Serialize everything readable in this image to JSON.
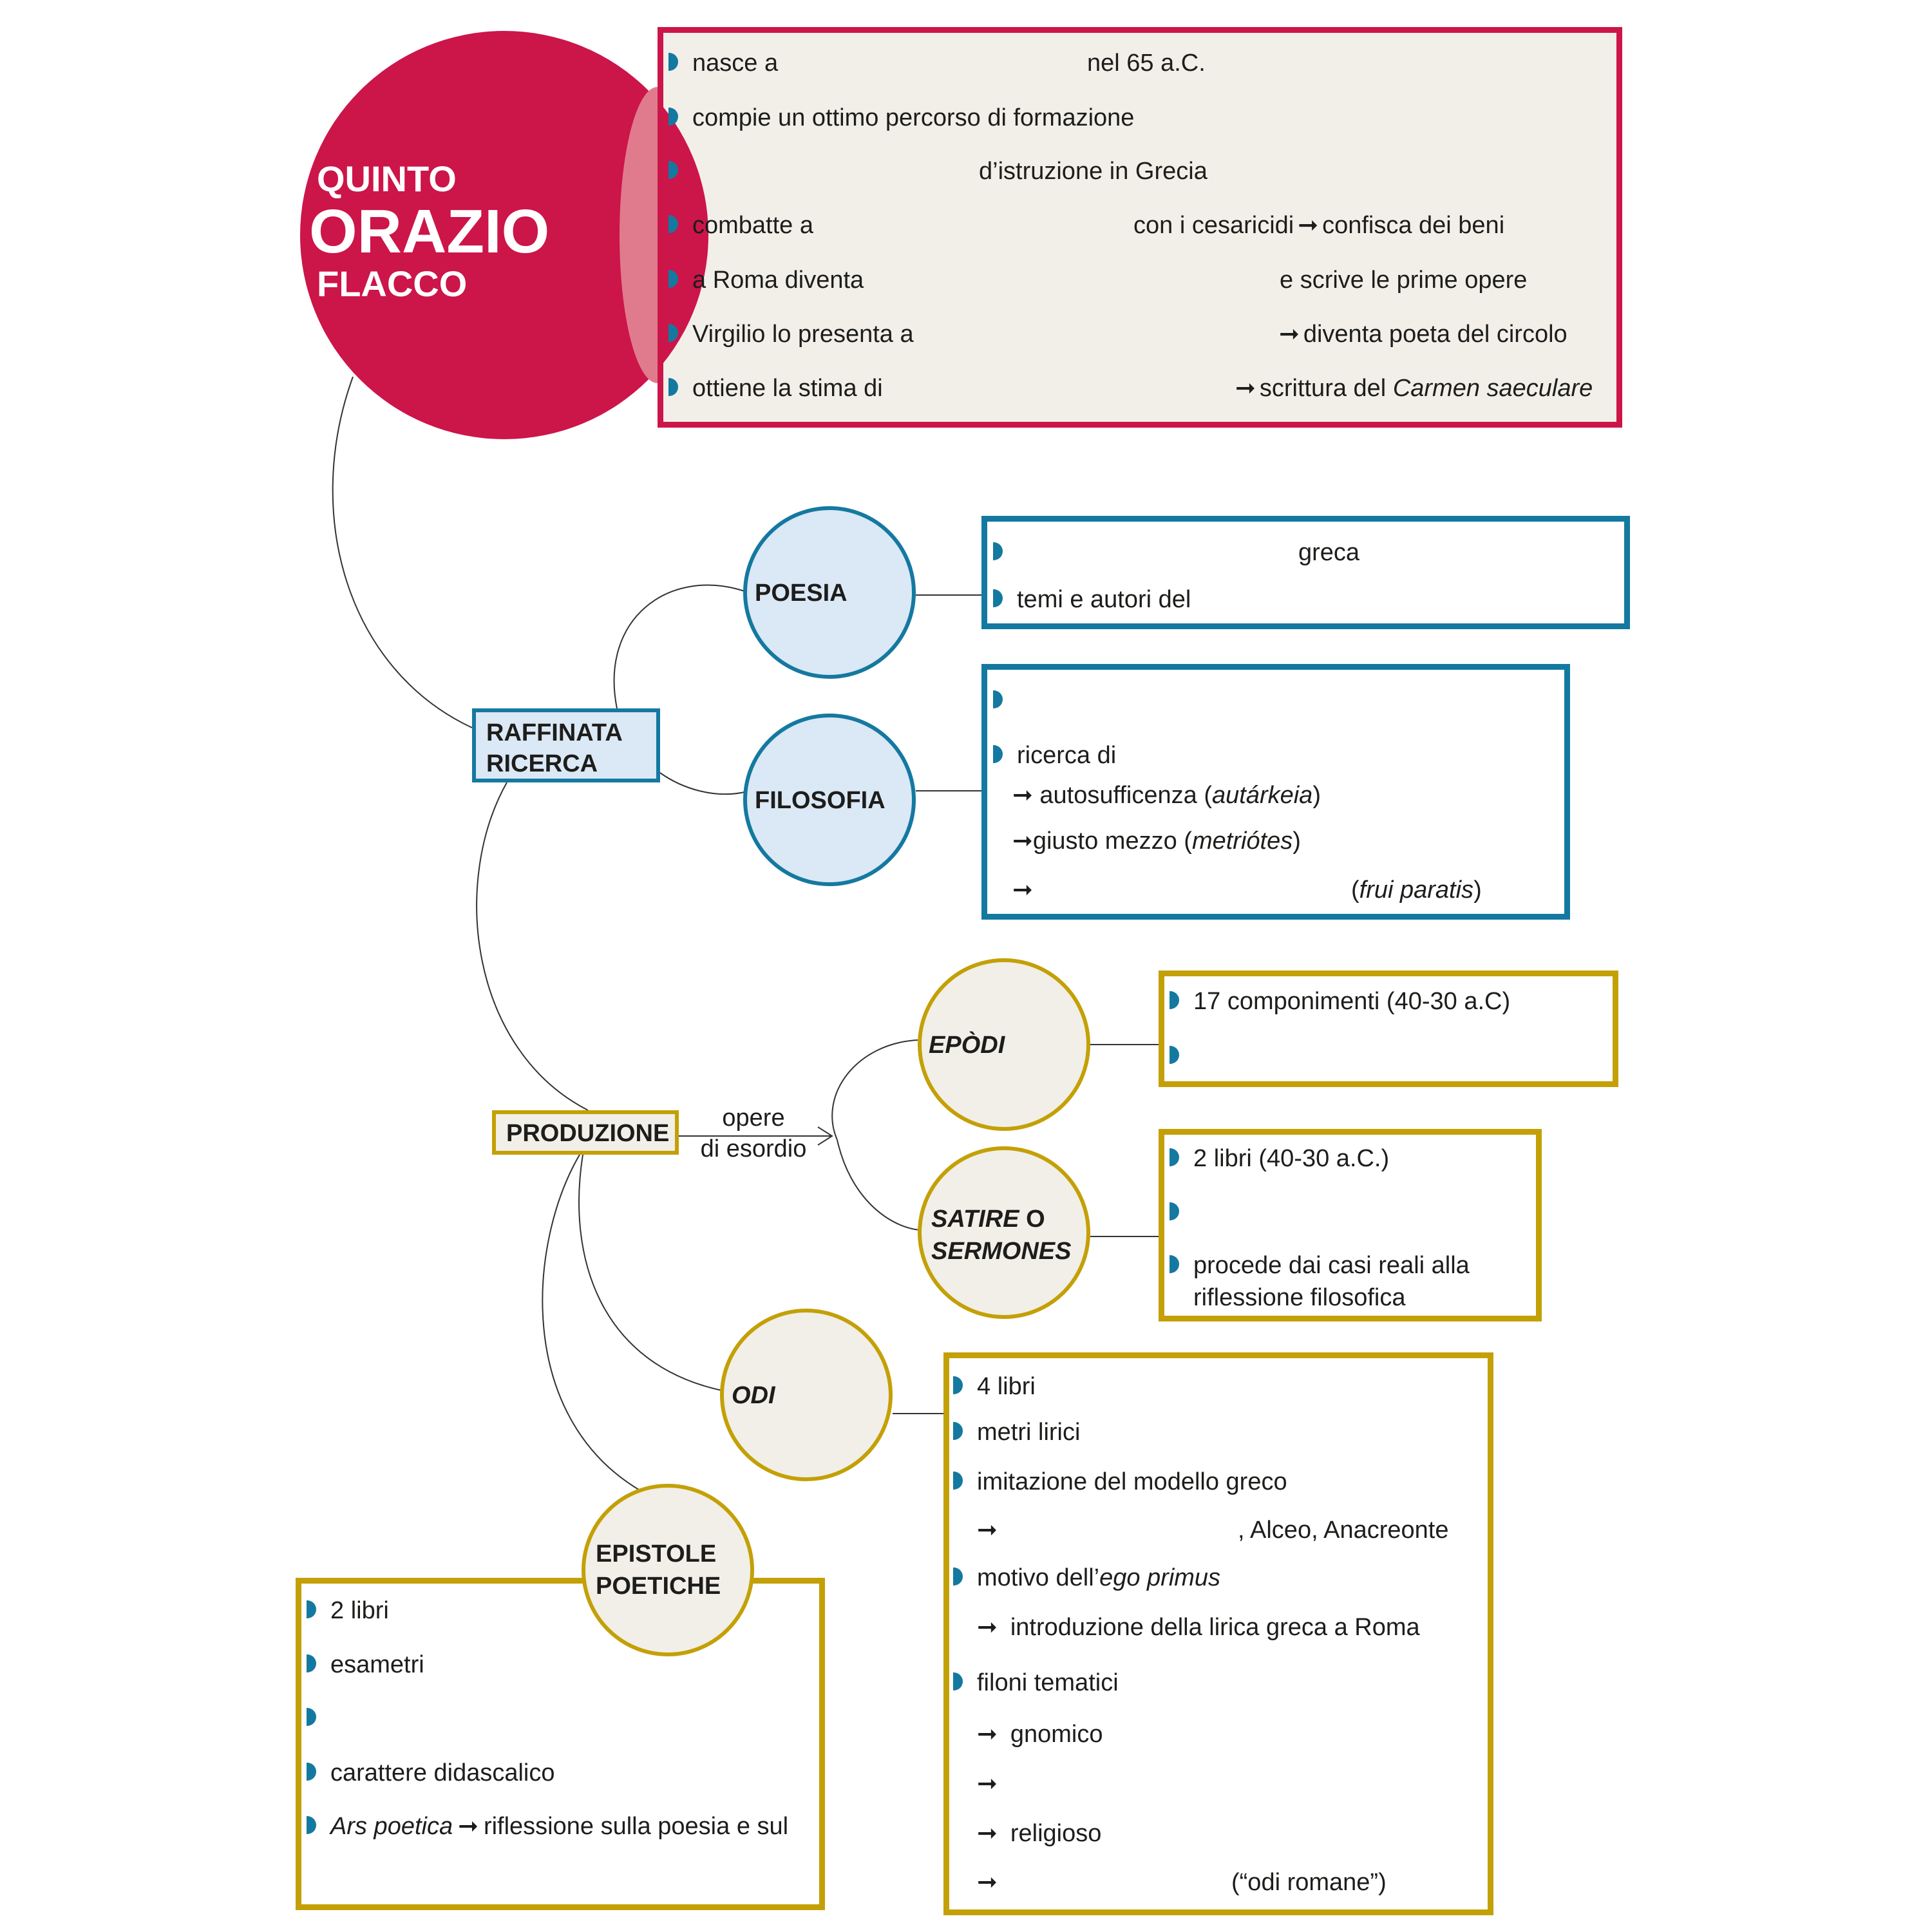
{
  "title": {
    "line1": "QUINTO",
    "line2": "ORAZIO",
    "line3": "FLACCO"
  },
  "colors": {
    "red": "#cc1549",
    "blue": "#1479a0",
    "gold": "#c4a007",
    "light_blue": "#dbe8f5",
    "cream": "#f1efe8"
  },
  "bio": {
    "rows": [
      {
        "left": "nasce a",
        "right": "nel 65 a.C."
      },
      {
        "left": "compie un ottimo percorso di formazione",
        "right": ""
      },
      {
        "left": "",
        "right": "d’istruzione in Grecia"
      },
      {
        "left": "combatte a",
        "right": "con i cesaricidi",
        "arrow": "➞",
        "after": "confisca dei beni"
      },
      {
        "left": "a Roma diventa",
        "right": "e scrive le prime opere"
      },
      {
        "left": "Virgilio lo presenta a",
        "arrow": "➞",
        "after": "diventa poeta del circolo"
      },
      {
        "left": "ottiene la stima di",
        "arrow": "➞",
        "after": "scrittura del",
        "after_italic": "Carmen saeculare"
      }
    ]
  },
  "ricerca": {
    "label_line1": "RAFFINATA",
    "label_line2": "RICERCA",
    "poesia": {
      "label": "POESIA",
      "rows": [
        {
          "text": "",
          "right": "greca"
        },
        {
          "text": "temi e autori del"
        }
      ]
    },
    "filosofia": {
      "label": "FILOSOFIA",
      "rows": [
        {
          "text": ""
        },
        {
          "text": "ricerca di"
        }
      ],
      "subrows": [
        {
          "arrow": "➞",
          "text": "autosufficenza (",
          "italic": "autárkeia",
          "close": ")"
        },
        {
          "arrow": "➞",
          "text": "giusto mezzo (",
          "italic": "metriótes",
          "close": ")"
        },
        {
          "arrow": "➞",
          "text": "(",
          "italic": "frui paratis",
          "close": ")"
        }
      ]
    }
  },
  "produzione": {
    "label": "PRODUZIONE",
    "connector_line1": "opere",
    "connector_line2": "di esordio",
    "epodi": {
      "label": "EPÒDI",
      "rows": [
        "17 componimenti (40-30 a.C)",
        ""
      ]
    },
    "satire": {
      "label_italic": "SATIRE",
      "label_mid": " O",
      "label_line2": "SERMONES",
      "rows": [
        "2 libri (40-30 a.C.)",
        "",
        "procede dai casi reali alla",
        "riflessione filosofica"
      ]
    },
    "odi": {
      "label": "ODI",
      "rows": [
        {
          "type": "bullet",
          "text": "4 libri"
        },
        {
          "type": "bullet",
          "text": "metri lirici"
        },
        {
          "type": "bullet",
          "text": "imitazione del modello greco"
        },
        {
          "type": "arrow",
          "text": ", Alceo, Anacreonte"
        },
        {
          "type": "bullet",
          "text": "motivo dell’",
          "italic": "ego primus"
        },
        {
          "type": "arrow",
          "text": "introduzione della lirica greca a Roma"
        },
        {
          "type": "bullet",
          "text": "filoni tematici"
        },
        {
          "type": "arrow",
          "text": "gnomico"
        },
        {
          "type": "arrow",
          "text": ""
        },
        {
          "type": "arrow",
          "text": "religioso"
        },
        {
          "type": "arrow",
          "text": "(“odi romane”)"
        }
      ]
    },
    "epistole": {
      "label_line1": "EPISTOLE",
      "label_line2": "POETICHE",
      "rows": [
        {
          "text": "2 libri"
        },
        {
          "text": "esametri"
        },
        {
          "text": ""
        },
        {
          "text": "carattere didascalico"
        },
        {
          "italic": "Ars poetica",
          "arrow": "➞",
          "text": "riflessione sulla poesia e sul"
        }
      ]
    }
  }
}
